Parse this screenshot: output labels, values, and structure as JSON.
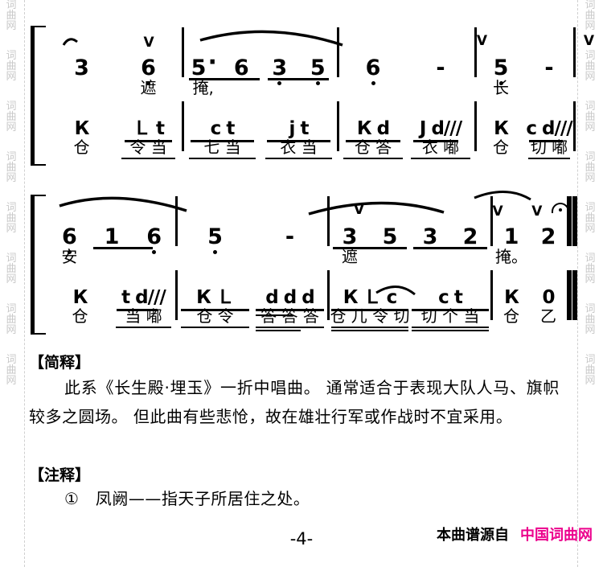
{
  "page": {
    "page_number": "-4-",
    "watermark_chars": [
      "词",
      "曲",
      "网"
    ]
  },
  "score": {
    "systems": [
      {
        "id": "system-1",
        "measures": [
          {
            "id": "m1",
            "notes": [
              {
                "value": "3",
                "octave": "mid",
                "mark": ""
              },
              {
                "value": "6",
                "octave": "low",
                "mark": "V"
              }
            ],
            "lyrics": [
              "",
              "遮"
            ],
            "percussion": [
              "К",
              "Ｌ t"
            ],
            "onomatopoeia": [
              "仓",
              "令 当"
            ]
          },
          {
            "id": "m2",
            "notes": [
              {
                "value": "5",
                "octave": "mid",
                "mark": "",
                "dotted": true
              },
              {
                "value": "6",
                "octave": "mid",
                "mark": ""
              },
              {
                "value": "3",
                "octave": "mid",
                "mark": ""
              },
              {
                "value": "5",
                "octave": "mid",
                "mark": ""
              }
            ],
            "lyrics": [
              "掩,",
              "",
              "",
              ""
            ],
            "percussion": [
              "с t",
              "j t"
            ],
            "onomatopoeia": [
              "七 当",
              "衣 当"
            ]
          },
          {
            "id": "m3",
            "notes": [
              {
                "value": "6",
                "octave": "low",
                "mark": ""
              },
              {
                "value": "-",
                "octave": "",
                "mark": "V"
              }
            ],
            "lyrics": [
              "",
              ""
            ],
            "percussion": [
              "К d",
              "J d///"
            ],
            "onomatopoeia": [
              "仓 答",
              "衣 嘟"
            ]
          },
          {
            "id": "m4",
            "notes": [
              {
                "value": "5",
                "octave": "low",
                "mark": ""
              },
              {
                "value": "-",
                "octave": "",
                "mark": "V"
              }
            ],
            "lyrics": [
              "长",
              ""
            ],
            "percussion": [
              "К",
              "с d///"
            ],
            "onomatopoeia": [
              "仓",
              "切 嘟"
            ]
          }
        ]
      },
      {
        "id": "system-2",
        "measures": [
          {
            "id": "m5",
            "notes": [
              {
                "value": "6",
                "octave": "low",
                "mark": ""
              },
              {
                "value": "1",
                "octave": "mid",
                "mark": ""
              },
              {
                "value": "6",
                "octave": "low",
                "mark": ""
              }
            ],
            "lyrics": [
              "安",
              "",
              ""
            ],
            "percussion": [
              "К",
              "t d///"
            ],
            "onomatopoeia": [
              "仓",
              "当 嘟"
            ]
          },
          {
            "id": "m6",
            "notes": [
              {
                "value": "5",
                "octave": "low",
                "mark": ""
              },
              {
                "value": "-",
                "octave": "",
                "mark": "V"
              }
            ],
            "lyrics": [
              "",
              ""
            ],
            "percussion": [
              "К Ｌ",
              "d d d"
            ],
            "onomatopoeia": [
              "仓 令",
              "答 答 答"
            ]
          },
          {
            "id": "m7",
            "notes": [
              {
                "value": "3",
                "octave": "mid",
                "mark": ""
              },
              {
                "value": "5",
                "octave": "mid",
                "mark": ""
              },
              {
                "value": "3",
                "octave": "mid",
                "mark": ""
              },
              {
                "value": "2",
                "octave": "mid",
                "mark": ""
              }
            ],
            "lyrics": [
              "遮",
              "",
              "",
              ""
            ],
            "percussion": [
              "К  Ｌ с",
              "с    t"
            ],
            "onomatopoeia": [
              "仓 儿 令 切",
              "切 个 当"
            ]
          },
          {
            "id": "m8",
            "notes": [
              {
                "value": "1",
                "octave": "mid",
                "mark": "V"
              },
              {
                "value": "2",
                "octave": "mid",
                "mark": "V",
                "fermata": true
              }
            ],
            "lyrics": [
              "掩。",
              ""
            ],
            "percussion": [
              "К",
              "0"
            ],
            "onomatopoeia": [
              "仓",
              "乙"
            ]
          }
        ]
      }
    ]
  },
  "notes_sections": [
    {
      "id": "jianshi",
      "heading": "【简释】",
      "paragraphs": [
        "此系《长生殿·埋玉》一折中唱曲。 通常适合于表现大队人马、旗帜较多之圆场。 但此曲有些悲怆，故在雄壮行军或作战时不宜采用。"
      ]
    },
    {
      "id": "zhushi",
      "heading": "【注释】",
      "paragraphs": [
        "①　凤阙——指天子所居住之处。"
      ]
    }
  ],
  "footer": {
    "source_prefix": "本曲谱源自",
    "source_brand": "中国词曲网",
    "brand_color": "#ec008c"
  }
}
